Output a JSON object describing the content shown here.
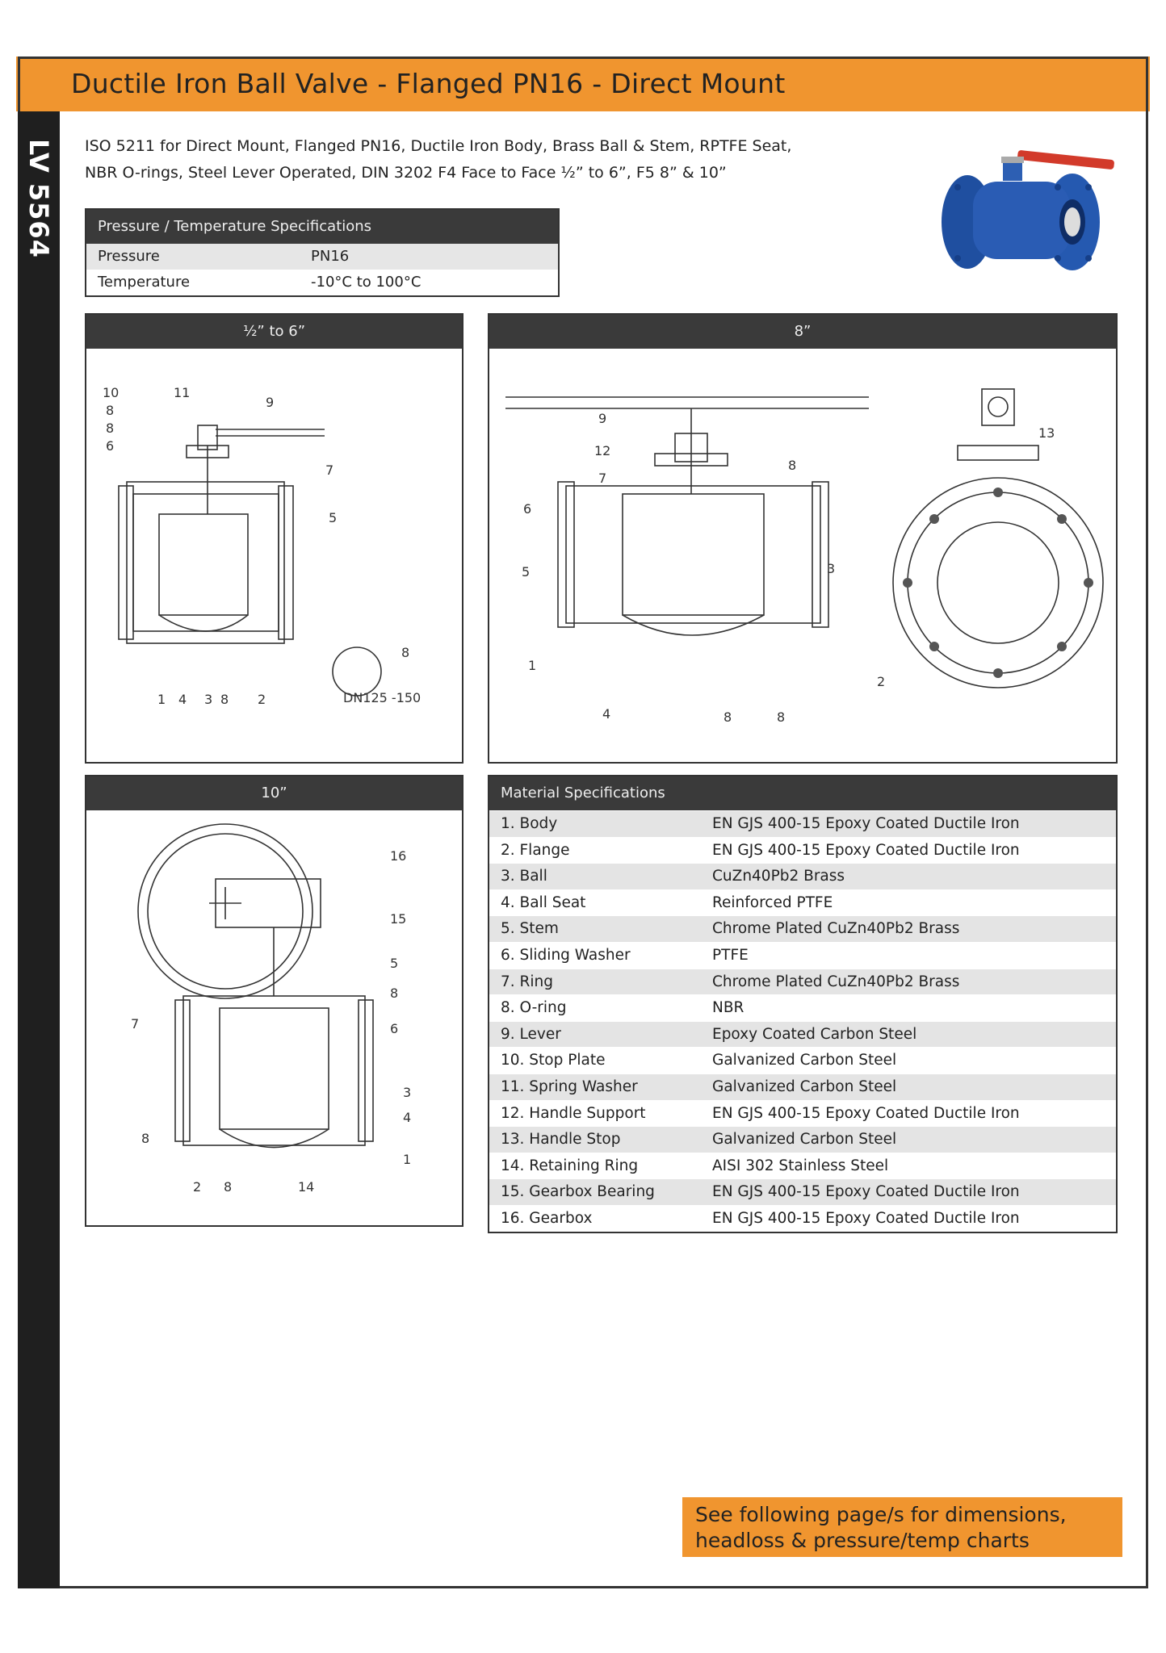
{
  "title": "Ductile Iron Ball Valve - Flanged PN16 - Direct Mount",
  "product_code": "LV 5564",
  "intro": {
    "line1": "ISO 5211 for Direct Mount, Flanged PN16, Ductile Iron Body, Brass Ball & Stem, RPTFE Seat,",
    "line2": "NBR O-rings, Steel Lever Operated, DIN 3202 F4 Face to Face ½” to 6”, F5 8” & 10”"
  },
  "pt_spec": {
    "header": "Pressure / Temperature Specifications",
    "rows": [
      {
        "label": "Pressure",
        "value": "PN16"
      },
      {
        "label": "Temperature",
        "value": "-10°C to 100°C"
      }
    ]
  },
  "panels": {
    "small": {
      "header": "½” to 6”",
      "note": "DN125 -150",
      "callouts": [
        "10",
        "11",
        "9",
        "8",
        "8",
        "6",
        "7",
        "5",
        "8",
        "1",
        "4",
        "3",
        "8",
        "2"
      ]
    },
    "eight": {
      "header": "8”",
      "callouts": [
        "9",
        "12",
        "8",
        "7",
        "6",
        "5",
        "3",
        "13",
        "1",
        "2",
        "4",
        "8",
        "8"
      ]
    },
    "ten": {
      "header": "10”",
      "callouts": [
        "16",
        "15",
        "5",
        "8",
        "7",
        "6",
        "3",
        "4",
        "8",
        "1",
        "2",
        "8",
        "14"
      ]
    }
  },
  "materials": {
    "header": "Material Specifications",
    "rows": [
      {
        "part": "1. Body",
        "material": "EN GJS 400-15 Epoxy Coated Ductile Iron"
      },
      {
        "part": "2. Flange",
        "material": "EN GJS 400-15 Epoxy Coated Ductile Iron"
      },
      {
        "part": "3. Ball",
        "material": "CuZn40Pb2 Brass"
      },
      {
        "part": "4. Ball Seat",
        "material": "Reinforced PTFE"
      },
      {
        "part": "5. Stem",
        "material": "Chrome Plated CuZn40Pb2 Brass"
      },
      {
        "part": "6. Sliding Washer",
        "material": "PTFE"
      },
      {
        "part": "7. Ring",
        "material": "Chrome Plated CuZn40Pb2 Brass"
      },
      {
        "part": "8. O-ring",
        "material": "NBR"
      },
      {
        "part": "9. Lever",
        "material": "Epoxy Coated Carbon Steel"
      },
      {
        "part": "10. Stop Plate",
        "material": "Galvanized Carbon Steel"
      },
      {
        "part": "11. Spring Washer",
        "material": "Galvanized Carbon Steel"
      },
      {
        "part": "12. Handle Support",
        "material": "EN GJS 400-15 Epoxy Coated Ductile Iron"
      },
      {
        "part": "13. Handle Stop",
        "material": "Galvanized Carbon Steel"
      },
      {
        "part": "14. Retaining Ring",
        "material": "AISI 302 Stainless Steel"
      },
      {
        "part": "15. Gearbox Bearing",
        "material": "EN GJS 400-15 Epoxy Coated Ductile Iron"
      },
      {
        "part": "16. Gearbox",
        "material": "EN GJS 400-15 Epoxy Coated Ductile Iron"
      }
    ]
  },
  "footer": {
    "line1": "See following page/s for dimensions,",
    "line2": "headloss & pressure/temp charts"
  },
  "colors": {
    "accent": "#f0952f",
    "dark": "#3a3a3a",
    "sidebar": "#1f1f1f",
    "valve_blue": "#1f4fa0",
    "lever_red": "#d23a2a"
  },
  "photo_icon": "ball-valve-photo"
}
